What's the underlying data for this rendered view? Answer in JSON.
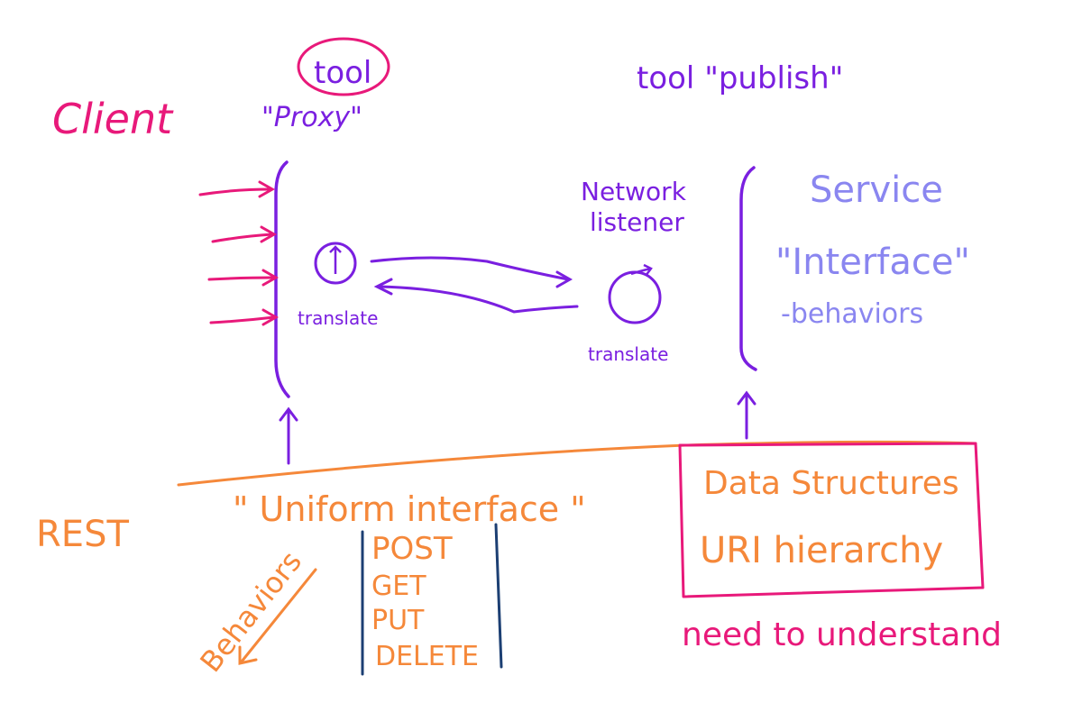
{
  "colors": {
    "magenta": "#e8197a",
    "purple": "#7a1fe0",
    "lavender": "#8a86f0",
    "orange": "#f5883a",
    "navy": "#1c3f73"
  },
  "labels": {
    "client": "Client",
    "tool_left": "tool",
    "proxy": "\"Proxy\"",
    "tool_publish": "tool \"publish\"",
    "network_listener_1": "Network",
    "network_listener_2": "listener",
    "translate_left": "translate",
    "translate_right": "translate",
    "service_1": "Service",
    "service_2": "\"Interface\"",
    "service_3": "-behaviors",
    "rest": "REST",
    "uniform_interface": "\" Uniform interface \"",
    "behaviors": "Behaviors",
    "methods": [
      "POST",
      "GET",
      "PUT",
      "DELETE"
    ],
    "data_structures": "Data Structures",
    "uri_hierarchy": "URI hierarchy",
    "need_to_understand": "need to understand"
  }
}
